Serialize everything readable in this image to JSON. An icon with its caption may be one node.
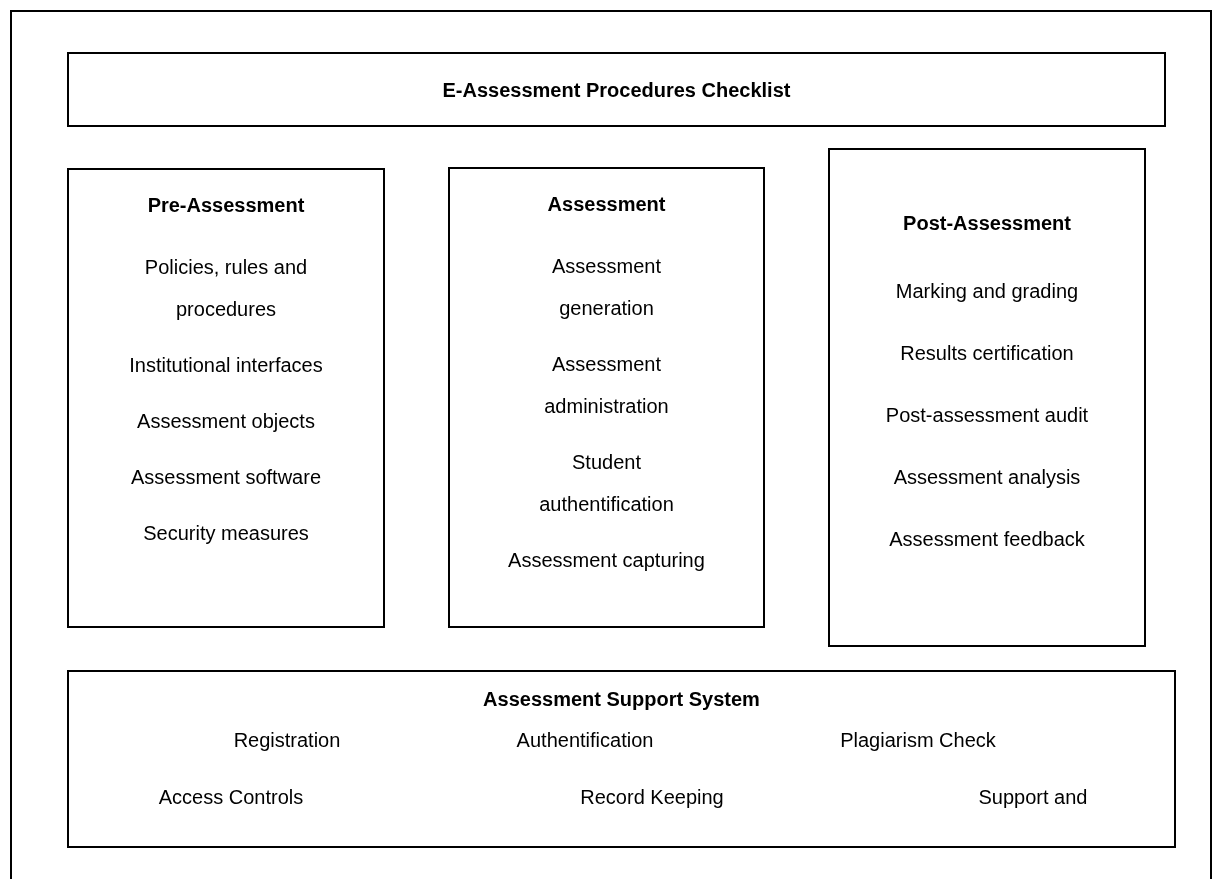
{
  "diagram": {
    "nodes": [
      {
        "text": [
          "E-Assessment Procedures Checklist"
        ]
      },
      {
        "text": [
          "Pre-Assessment",
          "Policies, rules and procedures",
          "Institutional interfaces",
          "Assessment objects",
          "Assessment software",
          "Security measures"
        ]
      },
      {
        "text": [
          "Assessment",
          "Assessment generation",
          "Assessment administration",
          "Student authentification",
          "Assessment capturing"
        ]
      },
      {
        "text": [
          "Post-Assessment",
          "Marking and grading",
          "Results certification",
          "Post-assessment audit",
          "Assessment analysis",
          "Assessment feedback"
        ]
      },
      {
        "text": [
          "Assessment Support System",
          "Registration",
          "Authentification",
          "Plagiarism Check",
          "Access Controls",
          "Record Keeping",
          "Support and"
        ]
      }
    ],
    "edges": []
  }
}
